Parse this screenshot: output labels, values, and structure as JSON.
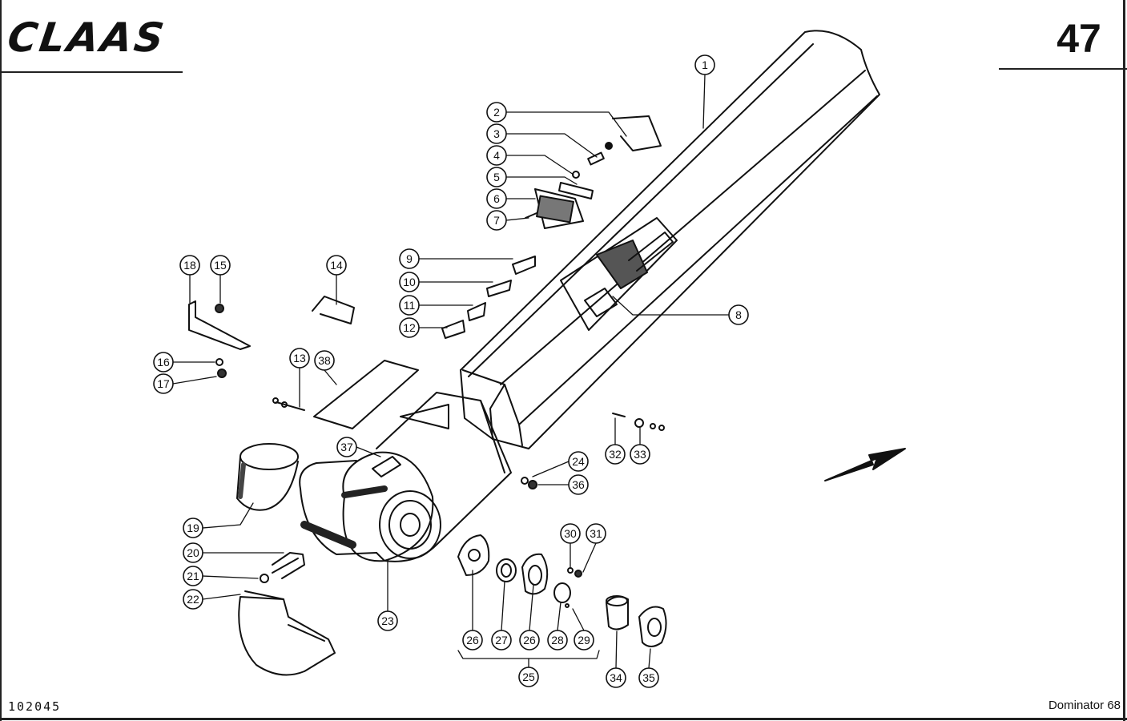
{
  "header": {
    "brand": "CLAAS",
    "page_number": "47"
  },
  "footer": {
    "drawing_number": "102045",
    "model": "Dominator 68"
  },
  "callouts": [
    {
      "label": "1"
    },
    {
      "label": "2"
    },
    {
      "label": "3"
    },
    {
      "label": "4"
    },
    {
      "label": "5"
    },
    {
      "label": "6"
    },
    {
      "label": "7"
    },
    {
      "label": "8"
    },
    {
      "label": "9"
    },
    {
      "label": "10"
    },
    {
      "label": "11"
    },
    {
      "label": "12"
    },
    {
      "label": "13"
    },
    {
      "label": "14"
    },
    {
      "label": "15"
    },
    {
      "label": "16"
    },
    {
      "label": "17"
    },
    {
      "label": "18"
    },
    {
      "label": "19"
    },
    {
      "label": "20"
    },
    {
      "label": "21"
    },
    {
      "label": "22"
    },
    {
      "label": "23"
    },
    {
      "label": "24"
    },
    {
      "label": "25"
    },
    {
      "label": "26"
    },
    {
      "label": "27"
    },
    {
      "label": "26"
    },
    {
      "label": "28"
    },
    {
      "label": "29"
    },
    {
      "label": "30"
    },
    {
      "label": "31"
    },
    {
      "label": "32"
    },
    {
      "label": "33"
    },
    {
      "label": "34"
    },
    {
      "label": "35"
    },
    {
      "label": "36"
    },
    {
      "label": "37"
    },
    {
      "label": "38"
    }
  ],
  "colors": {
    "ink": "#111111",
    "paper": "#ffffff"
  }
}
